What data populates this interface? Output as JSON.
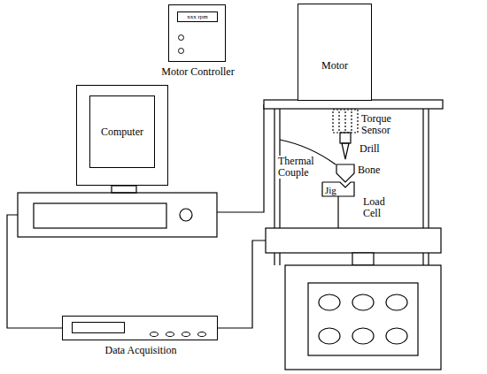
{
  "diagram": {
    "nodes": [
      {
        "text": [
          "Motor Controller"
        ]
      },
      {
        "text": [
          "xxx rpm"
        ],
        "in": 0
      },
      {
        "text": [
          "Motor"
        ]
      },
      {
        "text": [
          "Computer"
        ]
      },
      {
        "text": [
          "Data Acquisition"
        ]
      }
    ],
    "labels": [
      "Torque Sensor",
      "Drill",
      "Thermal Couple",
      "Bone",
      "Jig",
      "Load Cell"
    ]
  }
}
